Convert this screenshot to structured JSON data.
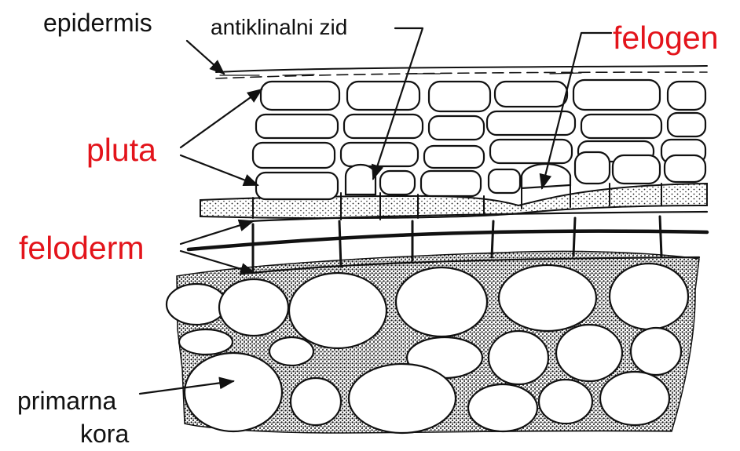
{
  "labels": {
    "epidermis": "epidermis",
    "anticlinal_wall": "antiklinalni zid",
    "phellogen": "felogen",
    "cork": "pluta",
    "phelloderm": "feloderm",
    "primary_cortex_line1": "primarna",
    "primary_cortex_line2": "kora"
  },
  "colors": {
    "highlight_label": "#e3141b",
    "plain_label": "#111111",
    "ink": "#111111"
  }
}
